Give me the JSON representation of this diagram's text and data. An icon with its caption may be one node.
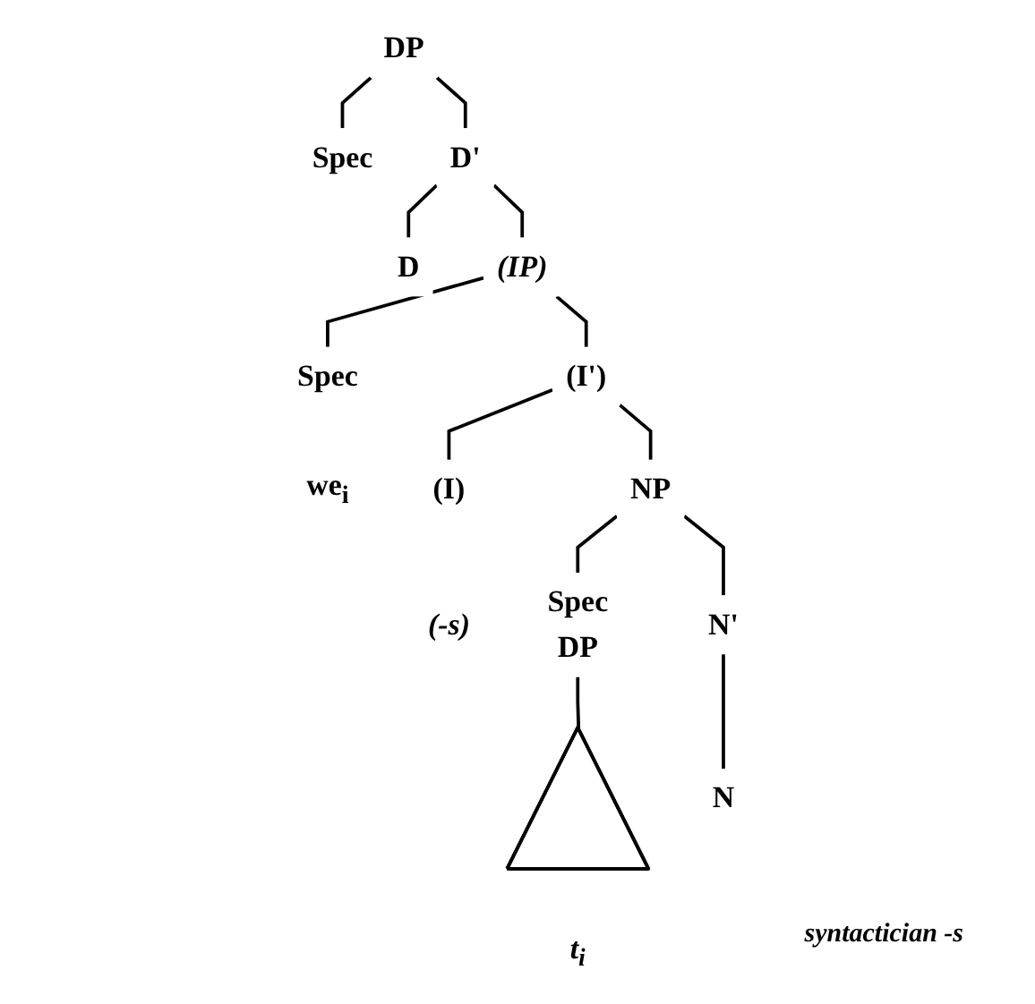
{
  "diagram": {
    "nodes": [
      {
        "text": [
          "DP"
        ]
      },
      {
        "text": [
          "Spec"
        ]
      },
      {
        "text": [
          "D'"
        ]
      },
      {
        "text": [
          "D"
        ]
      },
      {
        "text": [
          "(IP)"
        ]
      },
      {
        "text": [
          "Spec"
        ],
        "beside": [
          "we$_{i}$"
        ]
      },
      {
        "text": [
          "(I')"
        ]
      },
      {
        "text": [
          "(I)"
        ],
        "beside": [
          "(-s)"
        ]
      },
      {
        "text": [
          "NP"
        ]
      },
      {
        "text": [
          "Spec",
          "DP"
        ]
      },
      {
        "text": [],
        "shape": "triangle",
        "beside": [
          "t$_{i}$"
        ]
      },
      {
        "text": [
          "N'"
        ]
      },
      {
        "text": [
          "N"
        ]
      }
    ],
    "labels": [
      "syntactician -s"
    ],
    "edges": [
      {
        "from": 0,
        "to": 1,
        "arrow": "none"
      },
      {
        "from": 0,
        "to": 2,
        "arrow": "none"
      },
      {
        "from": 2,
        "to": 3,
        "arrow": "none"
      },
      {
        "from": 2,
        "to": 4,
        "arrow": "none"
      },
      {
        "from": 4,
        "to": 5,
        "arrow": "none"
      },
      {
        "from": 4,
        "to": 6,
        "arrow": "none"
      },
      {
        "from": 6,
        "to": 7,
        "arrow": "none"
      },
      {
        "from": 6,
        "to": 8,
        "arrow": "none"
      },
      {
        "from": 8,
        "to": 9,
        "arrow": "none"
      },
      {
        "from": 8,
        "to": 11,
        "arrow": "none"
      },
      {
        "from": 9,
        "to": 10,
        "arrow": "none"
      },
      {
        "from": 11,
        "to": 12,
        "arrow": "none"
      }
    ]
  }
}
